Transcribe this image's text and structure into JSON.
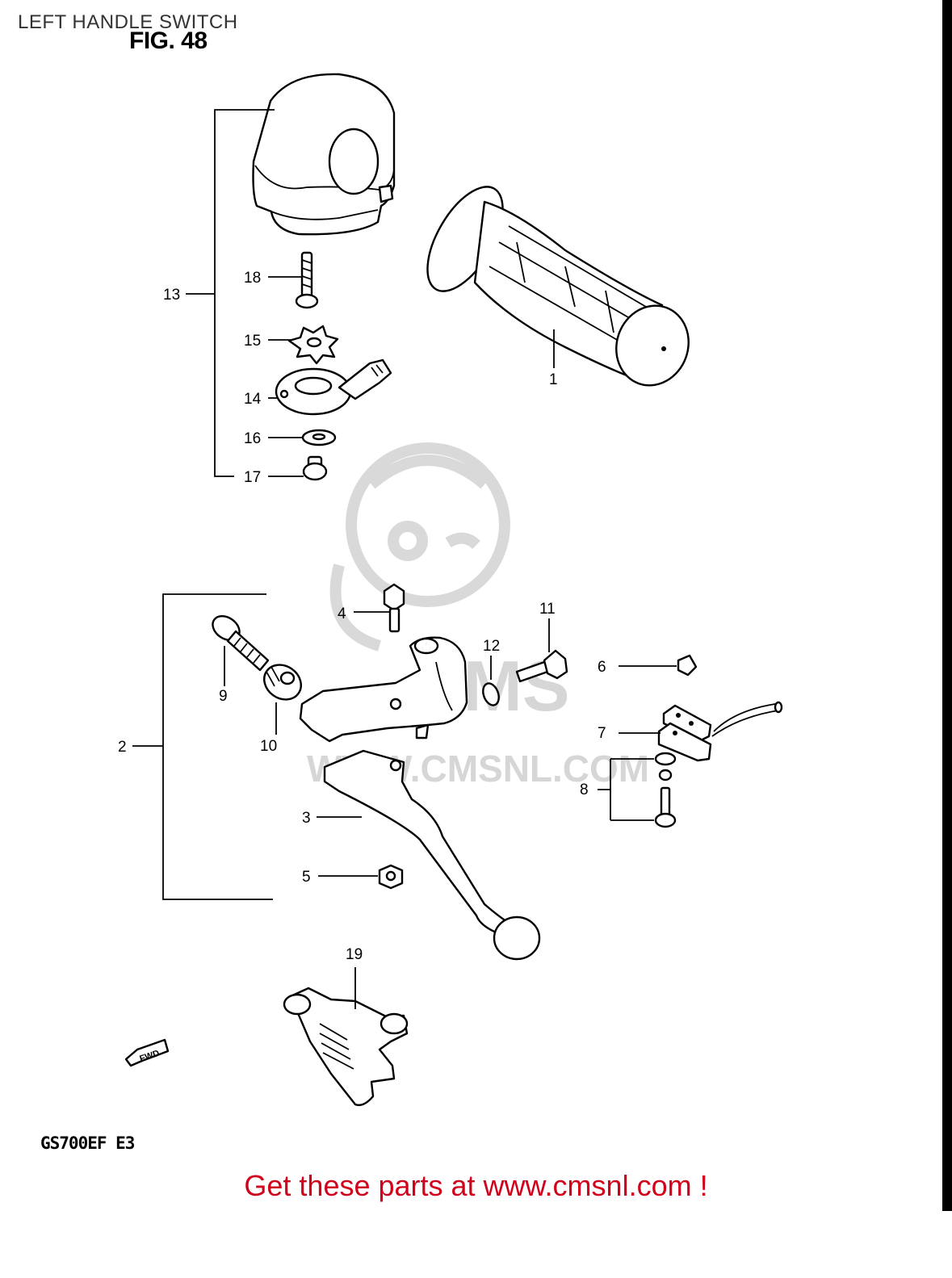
{
  "header": {
    "page_title": "LEFT HANDLE SWITCH",
    "figure_label": "FIG. 48"
  },
  "watermark": {
    "logo_text": "CMS",
    "url_text": "WWW.CMSNL.COM"
  },
  "callouts": [
    {
      "id": "13",
      "label": "13"
    },
    {
      "id": "18",
      "label": "18"
    },
    {
      "id": "15",
      "label": "15"
    },
    {
      "id": "14",
      "label": "14"
    },
    {
      "id": "16",
      "label": "16"
    },
    {
      "id": "17",
      "label": "17"
    },
    {
      "id": "1",
      "label": "1"
    },
    {
      "id": "4",
      "label": "4"
    },
    {
      "id": "11",
      "label": "11"
    },
    {
      "id": "12",
      "label": "12"
    },
    {
      "id": "6",
      "label": "6"
    },
    {
      "id": "9",
      "label": "9"
    },
    {
      "id": "10",
      "label": "10"
    },
    {
      "id": "2",
      "label": "2"
    },
    {
      "id": "7",
      "label": "7"
    },
    {
      "id": "8",
      "label": "8"
    },
    {
      "id": "3",
      "label": "3"
    },
    {
      "id": "5",
      "label": "5"
    },
    {
      "id": "19",
      "label": "19"
    }
  ],
  "fwd_arrow_label": "FWD",
  "model_code": "GS700EF  E3",
  "footer": {
    "link_text": "Get these parts at www.cmsnl.com !",
    "link_color": "#d0021b"
  }
}
